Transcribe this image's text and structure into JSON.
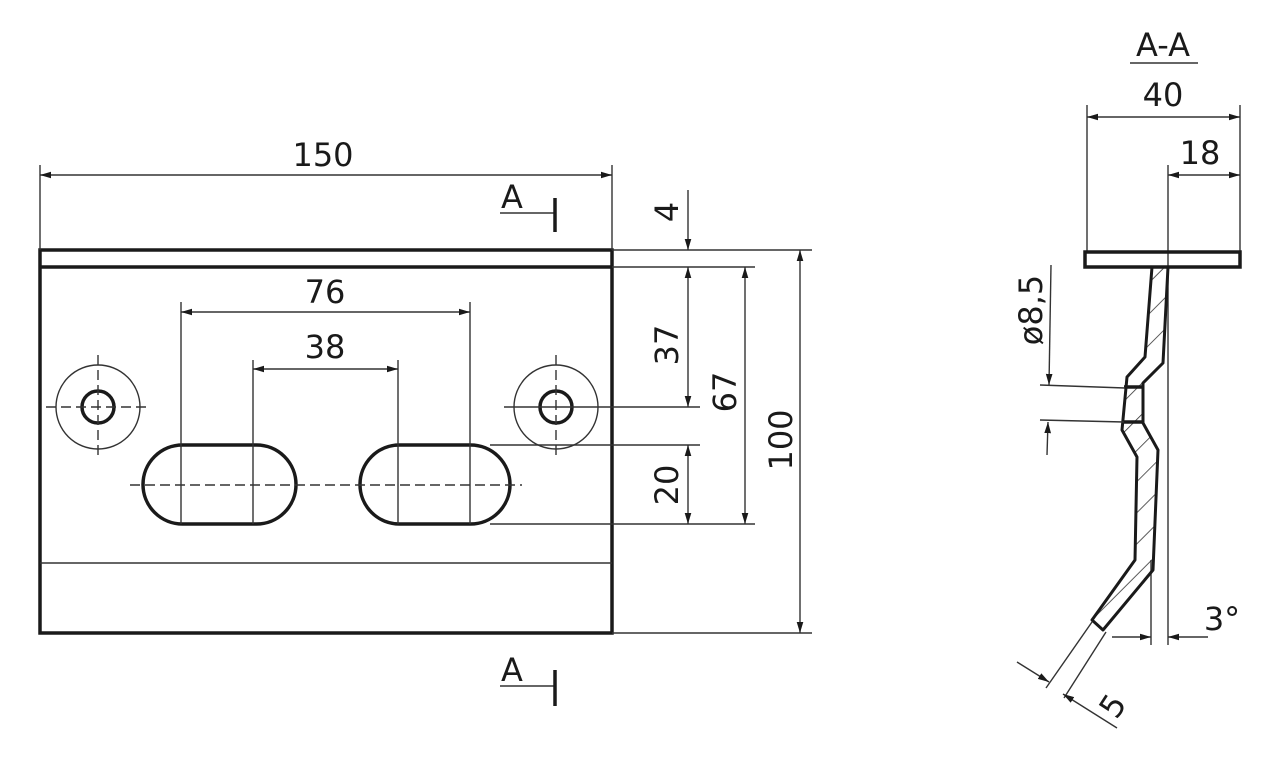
{
  "front_view": {
    "section_mark_top": "A",
    "section_mark_bottom": "A",
    "dims": {
      "width": "150",
      "slot_outer": "76",
      "slot_inner": "38",
      "flange": "4",
      "hole_offset": "37",
      "slot_offset": "67",
      "height": "100",
      "slot_width": "20"
    }
  },
  "section_view": {
    "title": "A-A",
    "dims": {
      "width": "40",
      "offset": "18",
      "hole_dia": "ø8,5",
      "angle": "3°",
      "thickness": "5"
    }
  },
  "colors": {
    "ink": "#1a1a1a",
    "background": "#ffffff"
  }
}
